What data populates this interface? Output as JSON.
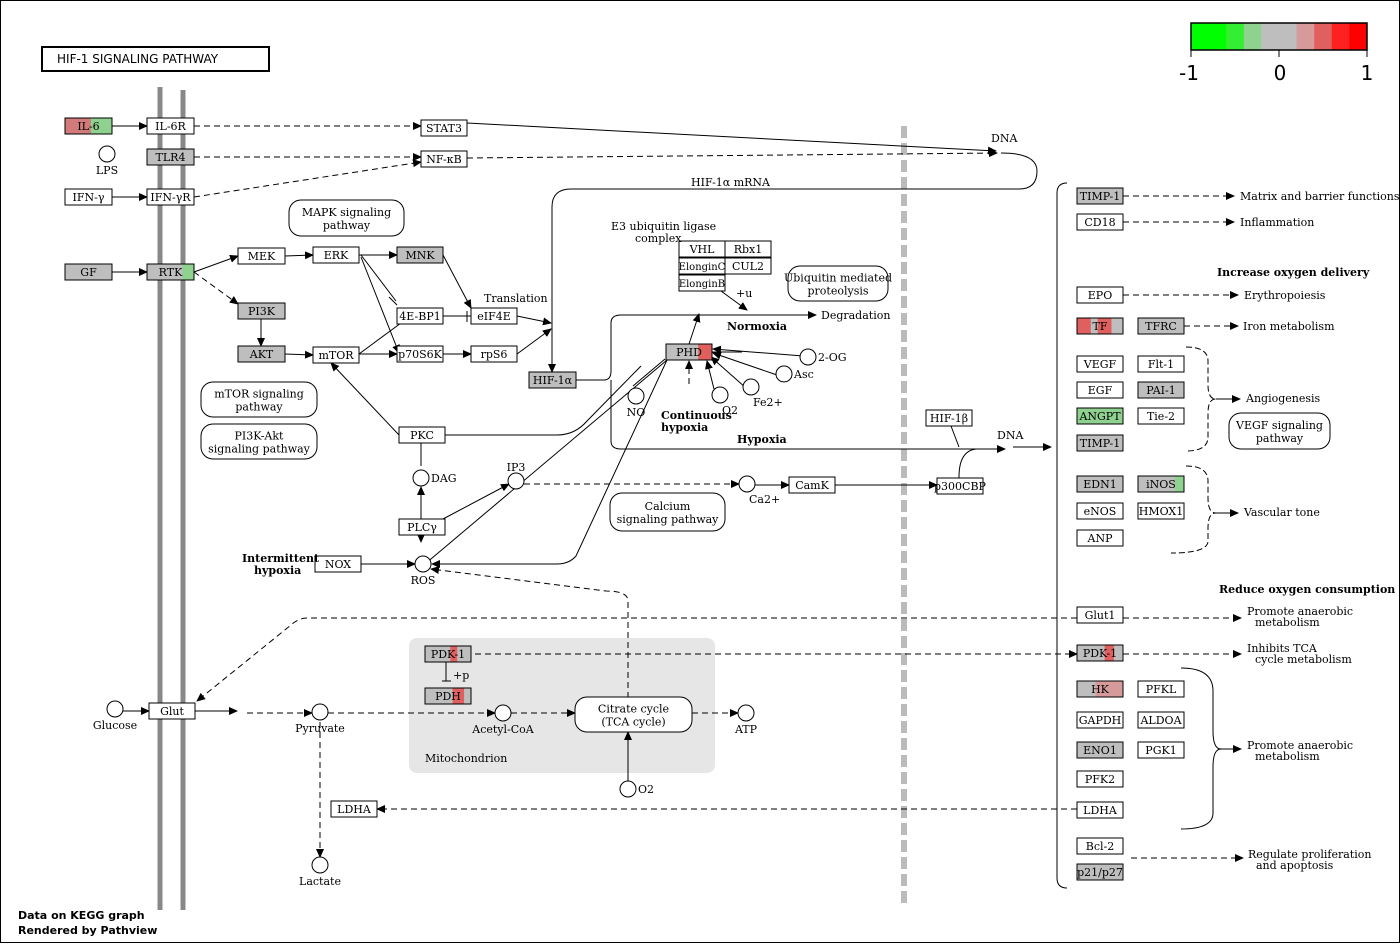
{
  "title": "HIF-1 SIGNALING PATHWAY",
  "legend": {
    "min": "-1",
    "mid": "0",
    "max": "1",
    "colors": [
      "#00ff00",
      "#00ff00",
      "#33ee33",
      "#8fd18f",
      "#bebebe",
      "#bebebe",
      "#d79a9a",
      "#e06060",
      "#ff2020",
      "#ff0000"
    ]
  },
  "footer": {
    "line1": "Data on KEGG graph",
    "line2": "Rendered by Pathview"
  },
  "colors": {
    "gene_gray": "#bebebe",
    "up": "#e06060",
    "down": "#8fd18f",
    "membrane": "#888888",
    "mito": "#e6e6e6"
  },
  "genes": [
    {
      "id": "il6",
      "label": "IL-6",
      "fill": "#bebebe",
      "mix": [
        [
          "#d37a7a",
          0.55
        ],
        [
          "#8fd18f",
          0.45
        ]
      ]
    },
    {
      "id": "il6r",
      "label": "IL-6R",
      "fill": "#ffffff"
    },
    {
      "id": "stat3",
      "label": "STAT3",
      "fill": "#ffffff"
    },
    {
      "id": "tlr4",
      "label": "TLR4",
      "fill": "#bebebe"
    },
    {
      "id": "nfkb",
      "label": "NF-κB",
      "fill": "#ffffff"
    },
    {
      "id": "ifny",
      "label": "IFN-γ",
      "fill": "#ffffff"
    },
    {
      "id": "ifnyr",
      "label": "IFN-γR",
      "fill": "#ffffff"
    },
    {
      "id": "gf",
      "label": "GF",
      "fill": "#bebebe"
    },
    {
      "id": "rtk",
      "label": "RTK",
      "fill": "#bebebe",
      "mix": [
        [
          "#bebebe",
          0.75
        ],
        [
          "#8fd18f",
          0.25
        ]
      ]
    },
    {
      "id": "mek",
      "label": "MEK",
      "fill": "#ffffff"
    },
    {
      "id": "erk",
      "label": "ERK",
      "fill": "#ffffff"
    },
    {
      "id": "mnk",
      "label": "MNK",
      "fill": "#bebebe"
    },
    {
      "id": "pi3k",
      "label": "PI3K",
      "fill": "#bebebe"
    },
    {
      "id": "akt",
      "label": "AKT",
      "fill": "#bebebe"
    },
    {
      "id": "mtor",
      "label": "mTOR",
      "fill": "#ffffff"
    },
    {
      "id": "4ebp1",
      "label": "4E-BP1",
      "fill": "#ffffff"
    },
    {
      "id": "eif4e",
      "label": "eIF4E",
      "fill": "#ffffff"
    },
    {
      "id": "p70s6k",
      "label": "p70S6K",
      "fill": "#ffffff"
    },
    {
      "id": "rps6",
      "label": "rpS6",
      "fill": "#ffffff"
    },
    {
      "id": "hif1a",
      "label": "HIF-1α",
      "fill": "#bebebe"
    },
    {
      "id": "vhl",
      "label": "VHL",
      "fill": "#ffffff"
    },
    {
      "id": "rbx1",
      "label": "Rbx1",
      "fill": "#ffffff"
    },
    {
      "id": "elonginc",
      "label": "ElonginC",
      "fill": "#ffffff"
    },
    {
      "id": "cul2",
      "label": "CUL2",
      "fill": "#ffffff"
    },
    {
      "id": "elonginb",
      "label": "ElonginB",
      "fill": "#ffffff"
    },
    {
      "id": "phd",
      "label": "PHD",
      "fill": "#bebebe",
      "mix": [
        [
          "#bebebe",
          0.7
        ],
        [
          "#e06060",
          0.3
        ]
      ]
    },
    {
      "id": "pkc",
      "label": "PKC",
      "fill": "#ffffff"
    },
    {
      "id": "plcy",
      "label": "PLCγ",
      "fill": "#ffffff"
    },
    {
      "id": "nox",
      "label": "NOX",
      "fill": "#ffffff"
    },
    {
      "id": "camk",
      "label": "CamK",
      "fill": "#ffffff"
    },
    {
      "id": "p300cbp",
      "label": "p300CBP",
      "fill": "#ffffff"
    },
    {
      "id": "hif1b",
      "label": "HIF-1β",
      "fill": "#ffffff"
    },
    {
      "id": "glut",
      "label": "Glut",
      "fill": "#ffffff"
    },
    {
      "id": "pdk1m",
      "label": "PDK-1",
      "fill": "#bebebe",
      "mix": [
        [
          "#bebebe",
          0.55
        ],
        [
          "#e06060",
          0.15
        ],
        [
          "#bebebe",
          0.3
        ]
      ]
    },
    {
      "id": "pdh",
      "label": "PDH",
      "fill": "#bebebe",
      "mix": [
        [
          "#bebebe",
          0.6
        ],
        [
          "#e06060",
          0.25
        ],
        [
          "#bebebe",
          0.15
        ]
      ]
    },
    {
      "id": "ldham",
      "label": "LDHA",
      "fill": "#ffffff"
    },
    {
      "id": "timp1a",
      "label": "TIMP-1",
      "fill": "#bebebe"
    },
    {
      "id": "cd18",
      "label": "CD18",
      "fill": "#ffffff"
    },
    {
      "id": "epo",
      "label": "EPO",
      "fill": "#ffffff"
    },
    {
      "id": "tf",
      "label": "TF",
      "fill": "#bebebe",
      "mix": [
        [
          "#e06060",
          0.3
        ],
        [
          "#bebebe",
          0.15
        ],
        [
          "#e06060",
          0.3
        ],
        [
          "#bebebe",
          0.25
        ]
      ]
    },
    {
      "id": "tfrc",
      "label": "TFRC",
      "fill": "#bebebe"
    },
    {
      "id": "vegf",
      "label": "VEGF",
      "fill": "#ffffff"
    },
    {
      "id": "flt1",
      "label": "Flt-1",
      "fill": "#ffffff"
    },
    {
      "id": "egf",
      "label": "EGF",
      "fill": "#ffffff"
    },
    {
      "id": "pai1",
      "label": "PAI-1",
      "fill": "#bebebe"
    },
    {
      "id": "angpt",
      "label": "ANGPT",
      "fill": "#8fd18f"
    },
    {
      "id": "tie2",
      "label": "Tie-2",
      "fill": "#ffffff"
    },
    {
      "id": "timp1b",
      "label": "TIMP-1",
      "fill": "#bebebe"
    },
    {
      "id": "edn1",
      "label": "EDN1",
      "fill": "#bebebe"
    },
    {
      "id": "inos",
      "label": "iNOS",
      "fill": "#bebebe",
      "mix": [
        [
          "#bebebe",
          0.8
        ],
        [
          "#8fd18f",
          0.2
        ]
      ]
    },
    {
      "id": "enos",
      "label": "eNOS",
      "fill": "#ffffff"
    },
    {
      "id": "hmox1",
      "label": "HMOX1",
      "fill": "#ffffff"
    },
    {
      "id": "anp",
      "label": "ANP",
      "fill": "#ffffff"
    },
    {
      "id": "glut1",
      "label": "Glut1",
      "fill": "#ffffff"
    },
    {
      "id": "pdk1r",
      "label": "PDK-1",
      "fill": "#bebebe",
      "mix": [
        [
          "#bebebe",
          0.6
        ],
        [
          "#e06060",
          0.2
        ],
        [
          "#bebebe",
          0.2
        ]
      ]
    },
    {
      "id": "hk",
      "label": "HK",
      "fill": "#bebebe",
      "mix": [
        [
          "#bebebe",
          0.4
        ],
        [
          "#d79a9a",
          0.6
        ]
      ]
    },
    {
      "id": "pfkl",
      "label": "PFKL",
      "fill": "#ffffff"
    },
    {
      "id": "gapdh",
      "label": "GAPDH",
      "fill": "#ffffff"
    },
    {
      "id": "aldoa",
      "label": "ALDOA",
      "fill": "#ffffff"
    },
    {
      "id": "eno1",
      "label": "ENO1",
      "fill": "#bebebe"
    },
    {
      "id": "pgk1",
      "label": "PGK1",
      "fill": "#ffffff"
    },
    {
      "id": "pfk2",
      "label": "PFK2",
      "fill": "#ffffff"
    },
    {
      "id": "ldhar",
      "label": "LDHA",
      "fill": "#ffffff"
    },
    {
      "id": "bcl2",
      "label": "Bcl-2",
      "fill": "#ffffff"
    },
    {
      "id": "p21p27",
      "label": "p21/p27",
      "fill": "#bebebe"
    }
  ],
  "compounds": [
    {
      "id": "lps",
      "label": "LPS"
    },
    {
      "id": "no",
      "label": "NO"
    },
    {
      "id": "o2a",
      "label": "O2"
    },
    {
      "id": "fe",
      "label": "Fe2+"
    },
    {
      "id": "asc",
      "label": "Asc"
    },
    {
      "id": "og",
      "label": "2-OG"
    },
    {
      "id": "dag",
      "label": "DAG"
    },
    {
      "id": "ip3",
      "label": "IP3"
    },
    {
      "id": "ca",
      "label": "Ca2+"
    },
    {
      "id": "ros",
      "label": "ROS"
    },
    {
      "id": "glucose",
      "label": "Glucose"
    },
    {
      "id": "pyruvate",
      "label": "Pyruvate"
    },
    {
      "id": "acetylcoa",
      "label": "Acetyl-CoA"
    },
    {
      "id": "atp",
      "label": "ATP"
    },
    {
      "id": "o2b",
      "label": "O2"
    },
    {
      "id": "lactate",
      "label": "Lactate"
    }
  ],
  "maps": [
    {
      "id": "mapk",
      "label": "MAPK signaling pathway"
    },
    {
      "id": "ubiq",
      "label": "Ubiquitin mediated proteolysis"
    },
    {
      "id": "mtorpw",
      "label": "mTOR signaling pathway"
    },
    {
      "id": "pi3kakt",
      "label": "PI3K-Akt signaling pathway"
    },
    {
      "id": "calcium",
      "label": "Calcium signaling pathway"
    },
    {
      "id": "vegfpw",
      "label": "VEGF signaling pathway"
    },
    {
      "id": "tca",
      "label": "Citrate cycle (TCA cycle)"
    }
  ],
  "labels": {
    "dna1": "DNA",
    "dna2": "DNA",
    "hif1amrna": "HIF-1α mRNA",
    "e3": "E3 ubiquitin ligase complex",
    "translation": "Translation",
    "degradation": "Degradation",
    "normoxia": "Normoxia",
    "continuous_hypoxia": "Continuous hypoxia",
    "hypoxia": "Hypoxia",
    "intermittent_hypoxia": "Intermittent hypoxia",
    "mitochondrion": "Mitochondrion",
    "plus_u": "+u",
    "plus_p": "+p",
    "matrix": "Matrix and barrier functions",
    "inflammation": "Inflammation",
    "increase_o2": "Increase oxygen delivery",
    "erythropoiesis": "Erythropoiesis",
    "iron": "Iron metabolism",
    "angiogenesis": "Angiogenesis",
    "vascular": "Vascular tone",
    "reduce_o2": "Reduce oxygen consumption",
    "promote_anaerobic1": "Promote anaerobic metabolism",
    "inhibits_tca": "Inhibits TCA cycle metabolism",
    "promote_anaerobic2": "Promote anaerobic metabolism",
    "regulate": "Regulate proliferation and apoptosis"
  }
}
